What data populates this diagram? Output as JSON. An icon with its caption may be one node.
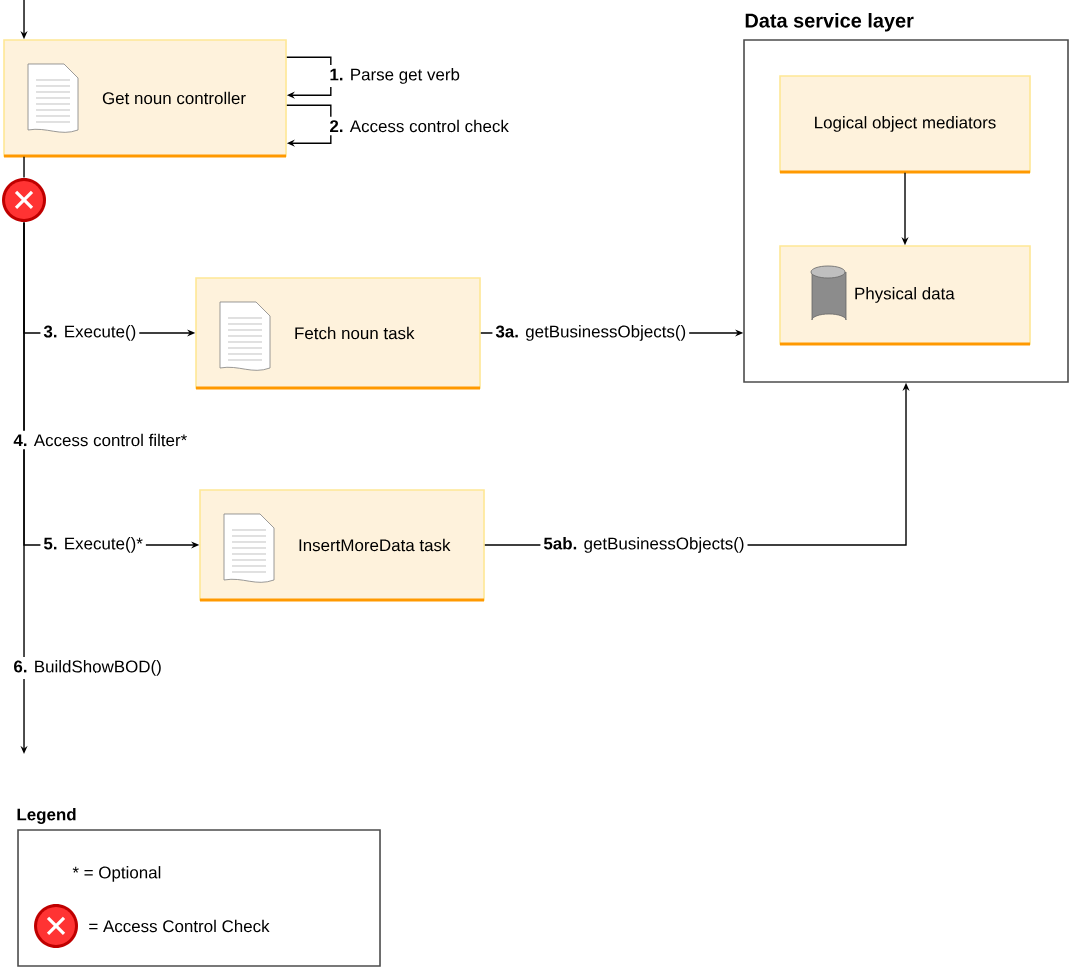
{
  "diagram": {
    "nodes": [
      {
        "text": [
          "Data service layer"
        ]
      },
      {
        "text": [
          "Logical object mediators"
        ],
        "in": 0
      },
      {
        "text": [
          "Physical data"
        ],
        "in": 0
      },
      {
        "text": [
          "Get noun controller"
        ]
      },
      {
        "text": [],
        "shape": "circle"
      },
      {
        "text": [
          "Fetch noun task"
        ]
      },
      {
        "text": [
          "InsertMoreData task"
        ]
      }
    ],
    "edges": [
      {
        "from": null,
        "to": 3,
        "arrow": "to"
      },
      {
        "from": 3,
        "to": 3,
        "arrow": "to",
        "label": "**1.** Parse get verb"
      },
      {
        "from": 3,
        "to": 3,
        "arrow": "to",
        "label": "**2.** Access control check"
      },
      {
        "from": 3,
        "to": 4,
        "arrow": "none"
      },
      {
        "from": 4,
        "to": null,
        "arrow": "to"
      },
      {
        "from": 4,
        "to": 5,
        "arrow": "to",
        "label": "**3.** Execute()"
      },
      {
        "from": 4,
        "to": 6,
        "arrow": "to",
        "label": "**5.** Execute()*"
      },
      {
        "from": 5,
        "to": 0,
        "arrow": "to",
        "label": "**3a.** getBusinessObjects()"
      },
      {
        "from": 6,
        "to": 0,
        "arrow": "to",
        "label": "**5ab.** getBusinessObjects()"
      },
      {
        "from": 1,
        "to": 2,
        "arrow": "to"
      }
    ],
    "labels": [
      "**4.** Access control filter*",
      "**6.** BuildShowBOD()",
      "Legend"
    ],
    "legend": [
      {
        "text": "* = Optional"
      },
      {
        "text": "= Access Control Check"
      }
    ]
  }
}
